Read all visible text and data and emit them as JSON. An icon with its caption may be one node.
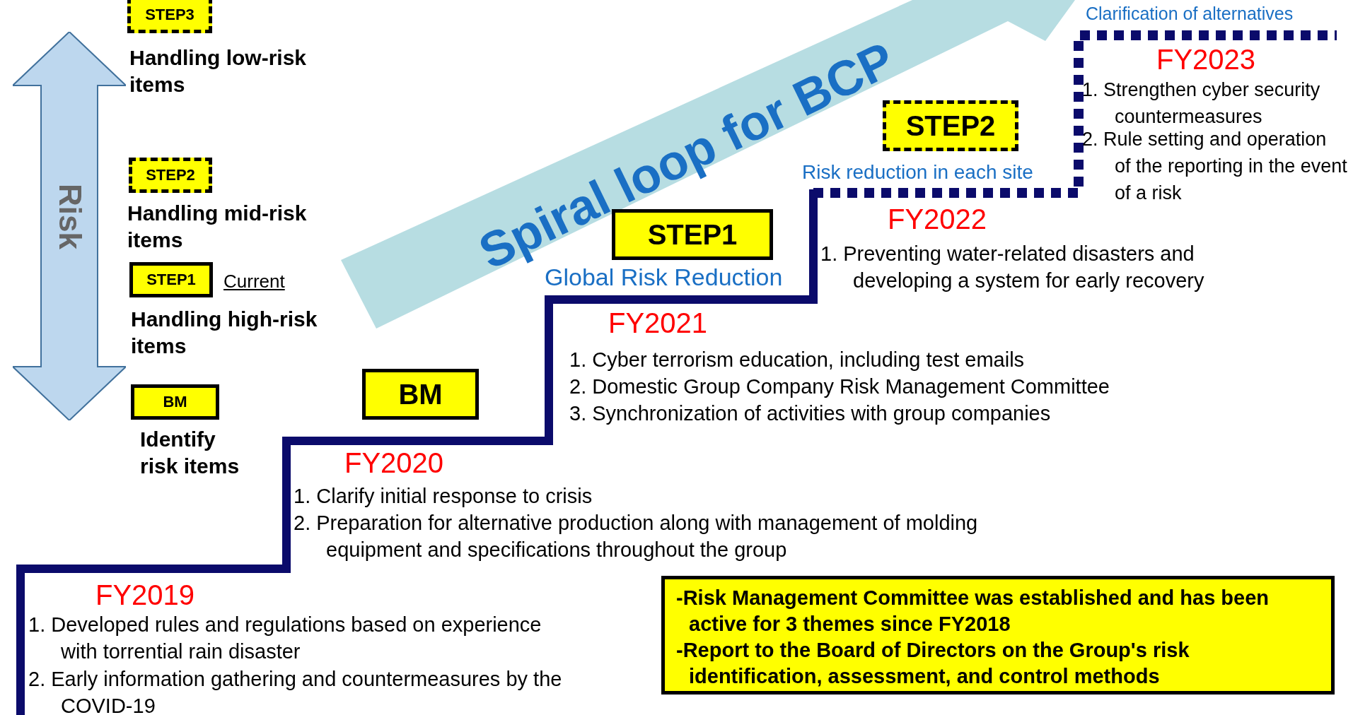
{
  "diagram": {
    "nodes": [
      {
        "text": [
          "STEP3"
        ]
      },
      {
        "text": [
          "STEP2"
        ]
      },
      {
        "text": [
          "STEP1"
        ],
        "beside": [
          "Current"
        ]
      },
      {
        "text": [
          "BM"
        ]
      },
      {
        "text": [
          "Risk"
        ]
      },
      {
        "text": [
          "Spiral loop for BCP"
        ]
      },
      {
        "text": [
          "STEP2"
        ]
      },
      {
        "text": [
          "STEP1"
        ]
      },
      {
        "text": [
          "BM"
        ]
      },
      {
        "text": [
          "-Risk Management Committee was established and has been active for 3 themes since FY2018",
          "-Report to the Board of Directors on the Group's risk identification, assessment, and control methods"
        ]
      }
    ],
    "labels": [
      "Clarification of alternatives",
      "Handling low-risk items",
      "FY2023",
      "1. Strengthen cyber security countermeasures",
      "2. Rule setting and operation of the reporting in the event of a risk",
      "Risk reduction in each site",
      "Handling mid-risk items",
      "FY2022",
      "1. Preventing water-related disasters and developing a system for early recovery",
      "Global Risk Reduction",
      "Handling high-risk items",
      "FY2021",
      "1. Cyber terrorism education, including test emails",
      "2. Domestic Group Company Risk Management Committee",
      "3. Synchronization of activities with group companies",
      "Identify risk items",
      "FY2020",
      "1. Clarify initial response to crisis",
      "2. Preparation for alternative production along with management of molding equipment and specifications throughout the group",
      "FY2019",
      "1. Developed rules and regulations based on experience with torrential rain disaster",
      "2. Early information gathering and countermeasures by the COVID-19"
    ]
  }
}
